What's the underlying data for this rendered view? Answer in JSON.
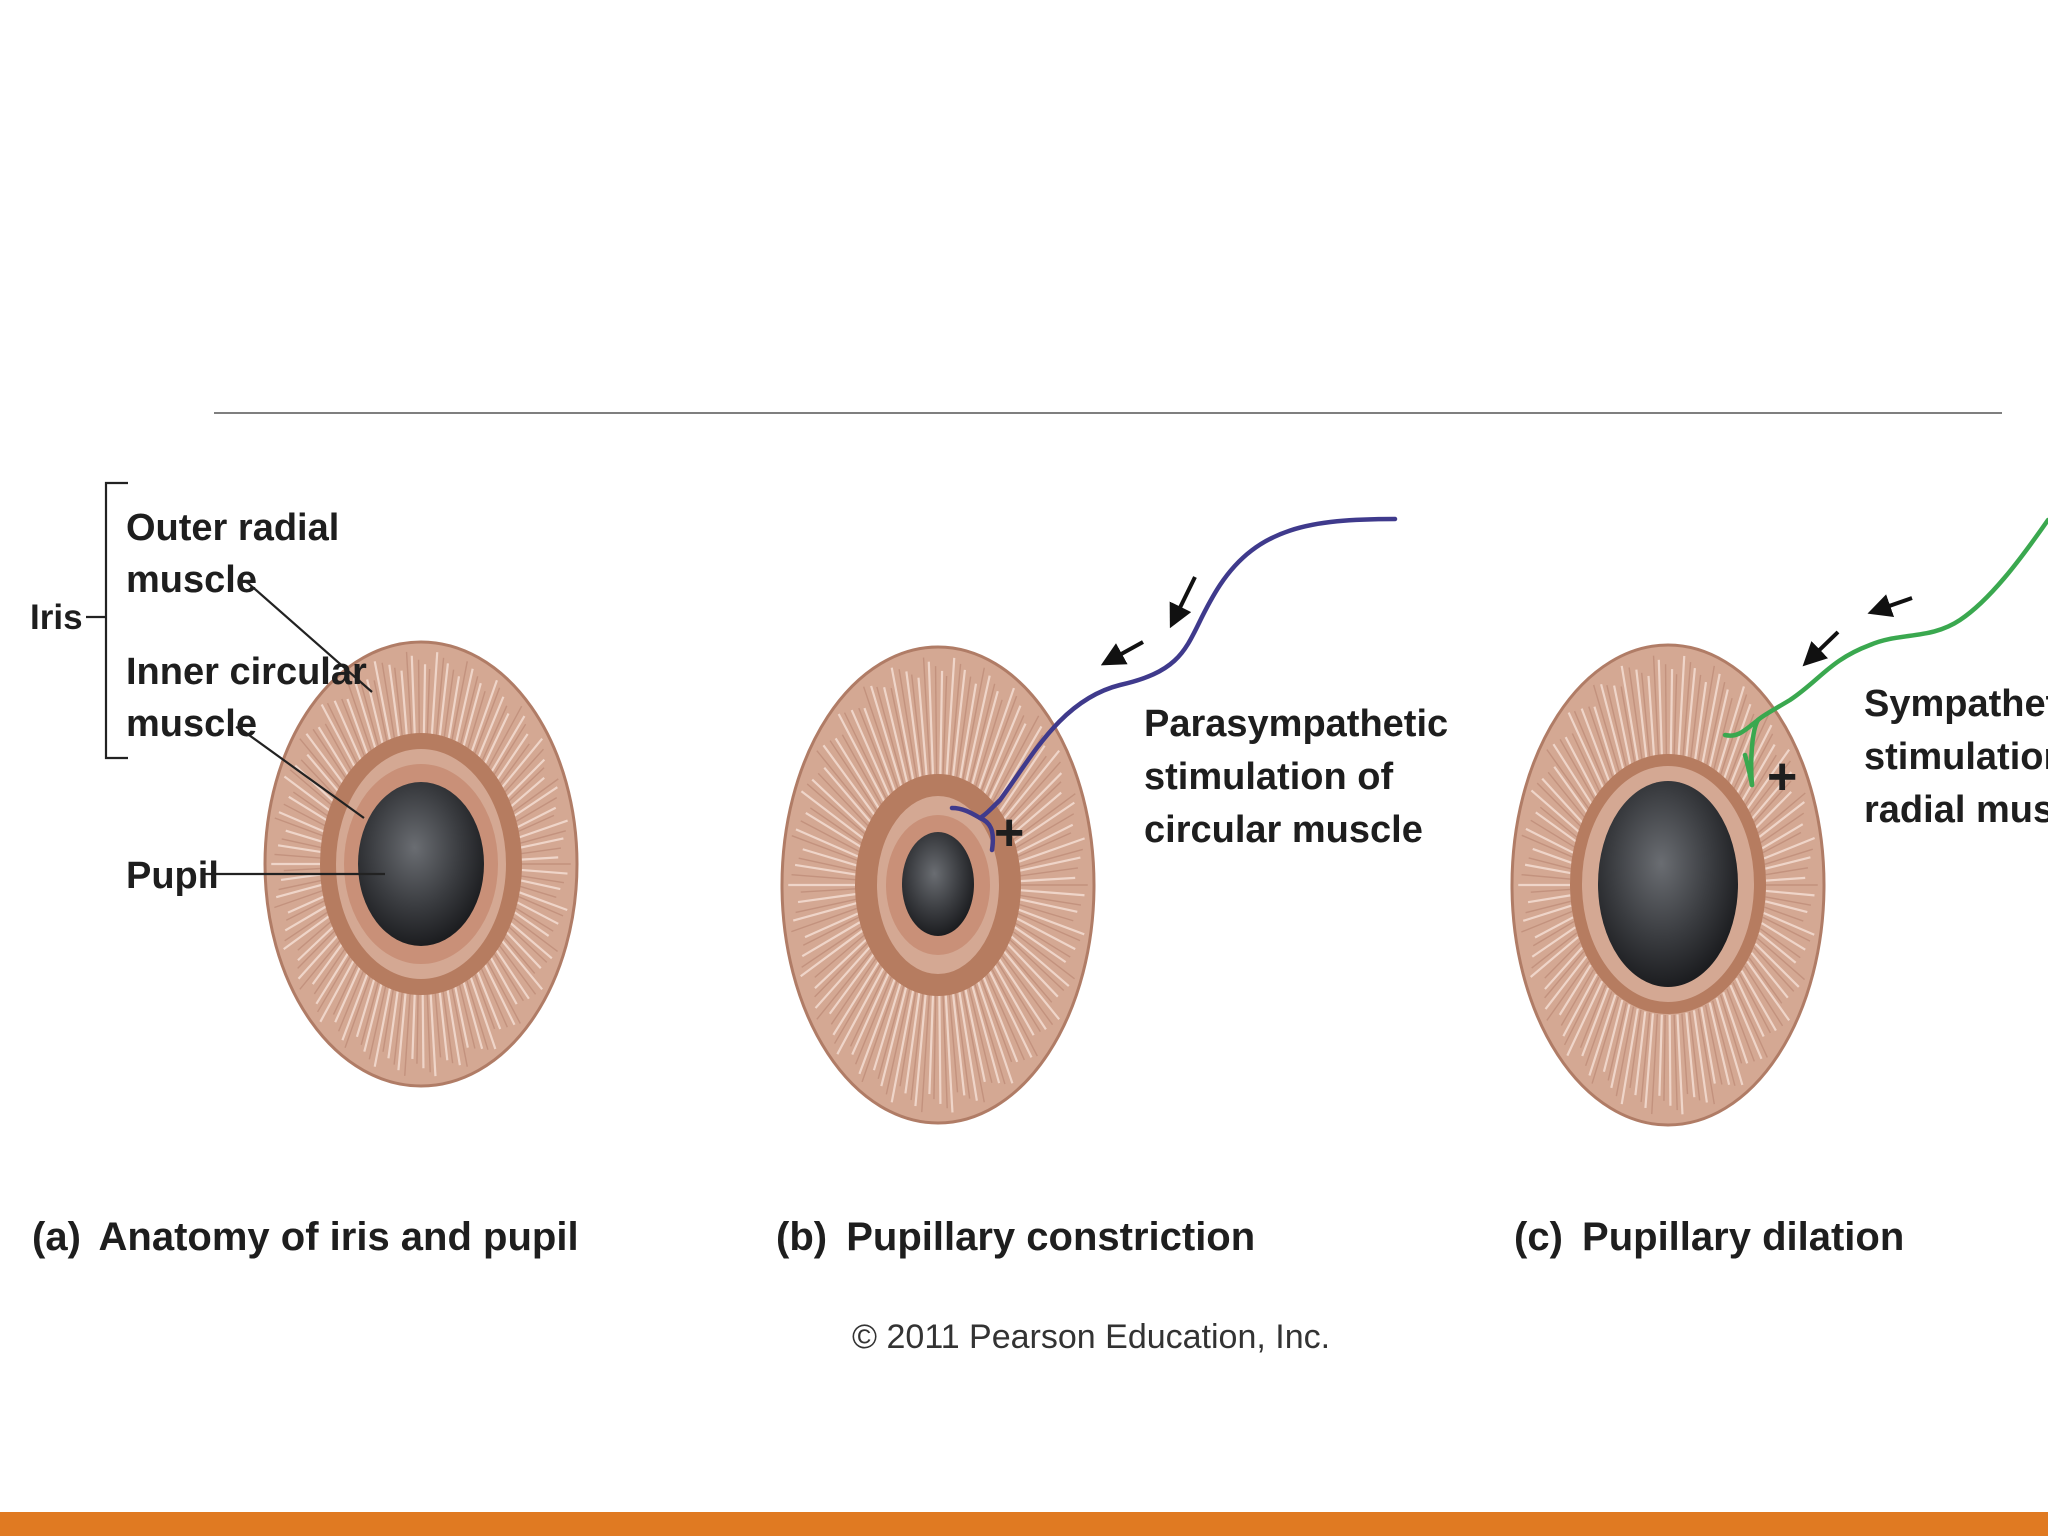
{
  "labels": {
    "iris": "Iris",
    "outer_radial_1": "Outer radial",
    "outer_radial_2": "muscle",
    "inner_circular_1": "Inner circular",
    "inner_circular_2": "muscle",
    "pupil": "Pupil",
    "para_1": "Parasympathetic",
    "para_2": "stimulation of",
    "para_3": "circular muscle",
    "symp_1": "Sympathetic",
    "symp_2": "stimulation of",
    "symp_3": "radial muscle",
    "plus": "+"
  },
  "captions": {
    "a_letter": "(a)",
    "a_text": "Anatomy of iris and pupil",
    "b_letter": "(b)",
    "b_text": "Pupillary constriction",
    "c_letter": "(c)",
    "c_text": "Pupillary dilation"
  },
  "copyright": "© 2011 Pearson Education, Inc.",
  "colors": {
    "iris_fill": "#d4a893",
    "iris_edge": "#b07c66",
    "pupil": "#3c3e42",
    "parasympathetic_nerve": "#3f3a8c",
    "sympathetic_nerve": "#3aa84f",
    "accent_bar": "#e07a22"
  }
}
